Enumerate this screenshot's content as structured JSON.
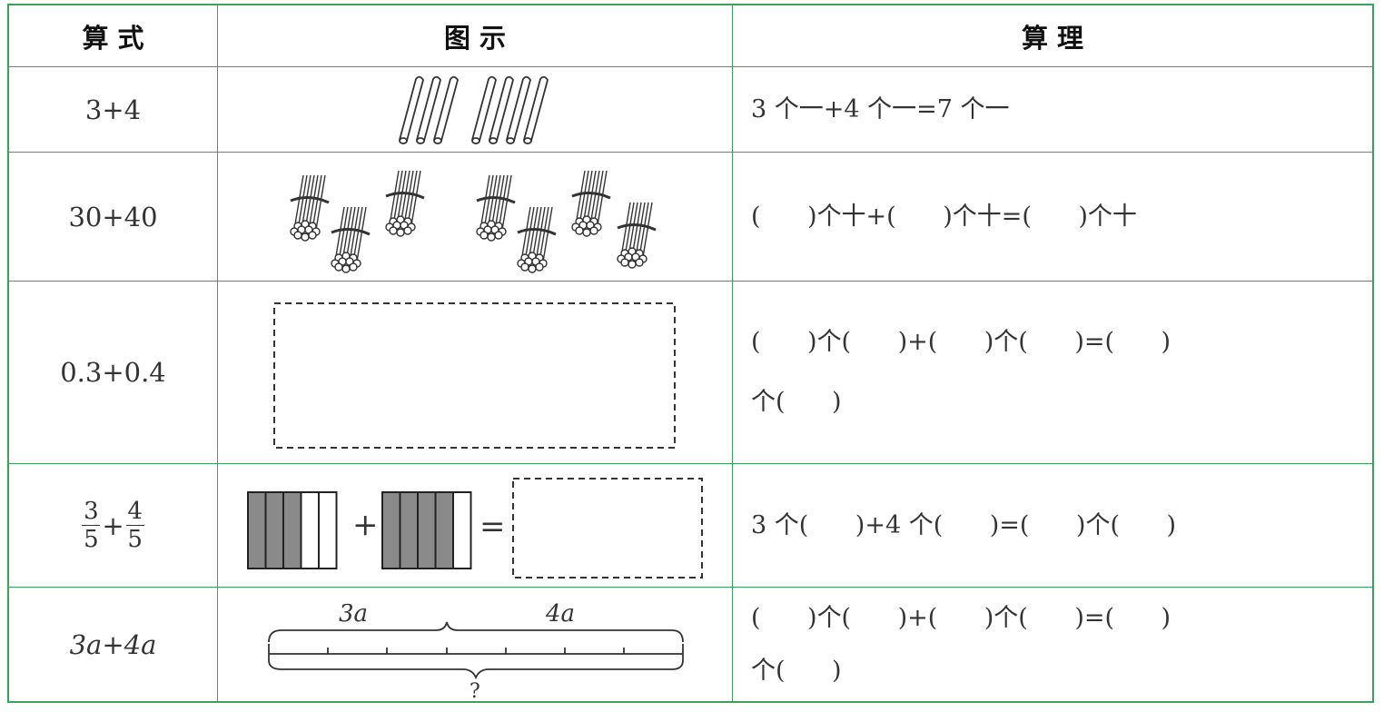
{
  "headers": {
    "formula": "算 式",
    "diagram": "图 示",
    "reasoning": "算 理"
  },
  "rows": [
    {
      "formula": "3+4",
      "lines": [
        "3 个一+4 个一=7 个一"
      ]
    },
    {
      "formula": "30+40",
      "lines": [
        "(      )个十+(      )个十=(      )个十"
      ]
    },
    {
      "formula": "0.3+0.4",
      "lines": [
        "(      )个(      )+(      )个(      )=(      )",
        "个(      )"
      ]
    },
    {
      "formula_frac": {
        "a_num": "3",
        "a_den": "5",
        "plus": "+",
        "b_num": "4",
        "b_den": "5"
      },
      "lines": [
        "3 个(      )+4 个(      )=(      )个(      )"
      ]
    },
    {
      "formula": "3a+4a",
      "lines": [
        "(      )个(      )+(      )个(      )=(      )",
        "个(      )"
      ]
    }
  ],
  "diagram": {
    "plus": "+",
    "equals": "=",
    "segment_a": "3a",
    "segment_b": "4a",
    "total": "?",
    "fraction_shaded": [
      3,
      4
    ],
    "fraction_parts": 5
  }
}
